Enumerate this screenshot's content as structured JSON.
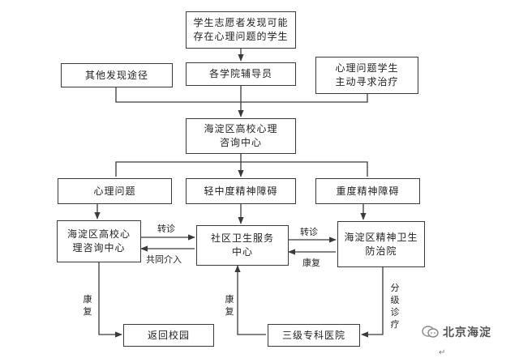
{
  "nodes": {
    "student_found": "学生志愿者发现可能\n存在心理问题的学生",
    "other_channels": "其他发现途径",
    "counselors": "各学院辅导员",
    "self_help": "心理问题学生\n主动寻求治疗",
    "haidian_center": "海淀区高校心理\n咨询中心",
    "psych_problem": "心理问题",
    "mild_moderate": "轻中度精神障碍",
    "severe": "重度精神障碍",
    "campus_center": "海淀区高校心\n理咨询中心",
    "community_service": "社区卫生服务\n中心",
    "mental_hospital": "海淀区精神卫生\n防治院",
    "return_campus": "返回校园",
    "tertiary_hospital": "三级专科医院"
  },
  "edge_labels": {
    "referral_1": "转诊",
    "joint_intervention": "共同介入",
    "referral_2": "转诊",
    "recovery_mid": "康复",
    "recovery_left": "康\n复",
    "recovery_bottom": "康\n复",
    "tiered_treatment": "分\n级\n诊\n疗"
  },
  "watermark": {
    "text": "北京海淀",
    "icon": "wechat-bubble-icon"
  },
  "colors": {
    "line": "#3a3a3a",
    "border": "#3a3a3a",
    "text": "#222222"
  }
}
